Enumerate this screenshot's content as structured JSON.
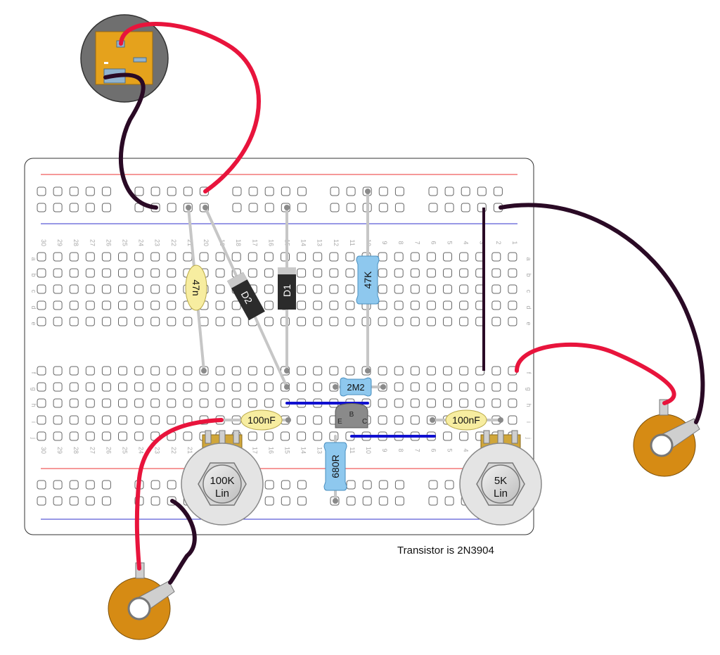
{
  "note": "Transistor is 2N3904",
  "column_numbers_top": [
    "30",
    "29",
    "28",
    "27",
    "26",
    "25",
    "24",
    "23",
    "22",
    "21",
    "20",
    "19",
    "18",
    "17",
    "16",
    "15",
    "14",
    "13",
    "12",
    "11",
    "10",
    "9",
    "8",
    "7",
    "6",
    "5",
    "4",
    "3",
    "2",
    "1"
  ],
  "column_numbers_bottom": [
    "30",
    "29",
    "28",
    "27",
    "26",
    "25",
    "24",
    "23",
    "22",
    "21",
    "20",
    "19",
    "18",
    "17",
    "16",
    "15",
    "14",
    "13",
    "12",
    "11",
    "10",
    "9",
    "8",
    "7",
    "6",
    "5",
    "4",
    "3",
    "2",
    "1"
  ],
  "row_letters_top": [
    "a",
    "b",
    "c",
    "d",
    "e"
  ],
  "row_letters_bottom": [
    "f",
    "g",
    "h",
    "i",
    "j"
  ],
  "components": {
    "cap_47n": "47n",
    "diode_d2": "D2",
    "diode_d1": "D1",
    "res_47k": "47K",
    "res_2m2": "2M2",
    "cap_100nf_left": "100nF",
    "cap_100nf_right": "100nF",
    "res_680r": "680R",
    "pot_100k_value": "100K",
    "pot_100k_taper": "Lin",
    "pot_5k_value": "5K",
    "pot_5k_taper": "Lin",
    "transistor_e": "E",
    "transistor_b": "B",
    "transistor_c": "C"
  },
  "colors": {
    "red_wire": "#e8143c",
    "black_wire": "#2a0a25",
    "blue_jumper": "#1010d0",
    "resistor_blue": "#8ec8ee",
    "capacitor_yellow": "#f7eda0",
    "diode_body": "#2b2b2b",
    "piezo": "#d68b14",
    "jack_body": "#e5a21c"
  }
}
